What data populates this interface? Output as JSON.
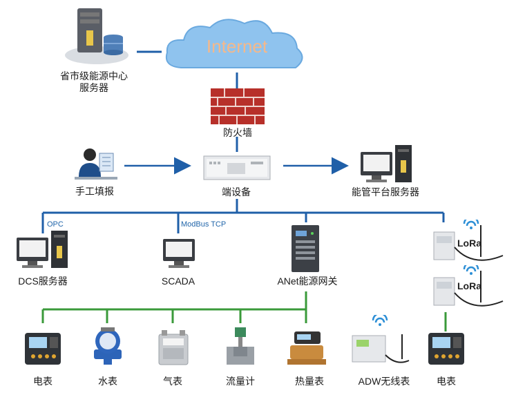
{
  "cloud": {
    "text": "Internet"
  },
  "nodes": {
    "provincial_server": "省市级能源中心\n服务器",
    "firewall": "防火墙",
    "manual_report": "手工填报",
    "edge_device": "端设备",
    "platform_server": "能管平台服务器",
    "dcs_server": "DCS服务器",
    "scada": "SCADA",
    "anet_gateway": "ANet能源网关",
    "electric_meter_1": "电表",
    "water_meter": "水表",
    "gas_meter": "气表",
    "flow_meter": "流量计",
    "heat_meter": "热量表",
    "adw_wireless_meter": "ADW无线表",
    "electric_meter_2": "电表"
  },
  "protocols": {
    "opc": "OPC",
    "modbus": "ModBus TCP"
  },
  "lora_labels": [
    "LoRa",
    "LoRa"
  ],
  "colors": {
    "bus_blue": "#1f5fa8",
    "field_green": "#3a9a3a",
    "cloud_blue": "#8fc3ee",
    "firewall_red": "#c0392b"
  }
}
